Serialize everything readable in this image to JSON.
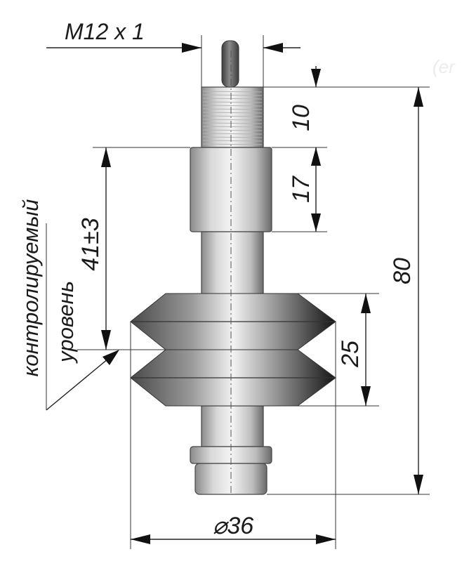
{
  "labels": {
    "thread": "M12 x 1",
    "dim_10": "10",
    "dim_17": "17",
    "dim_41": "41±3",
    "dim_80": "80",
    "dim_25": "25",
    "dim_36": "⌀36",
    "controlled_line1": "контролируемый",
    "controlled_line2": "уровень",
    "corner_fragment": "(er"
  },
  "colors": {
    "ink": "#1a1a1a",
    "body_light": "#eeeeee",
    "body_dark": "#6e6e6e",
    "float_dark": "#1c1c1c",
    "cable": "#555555"
  }
}
